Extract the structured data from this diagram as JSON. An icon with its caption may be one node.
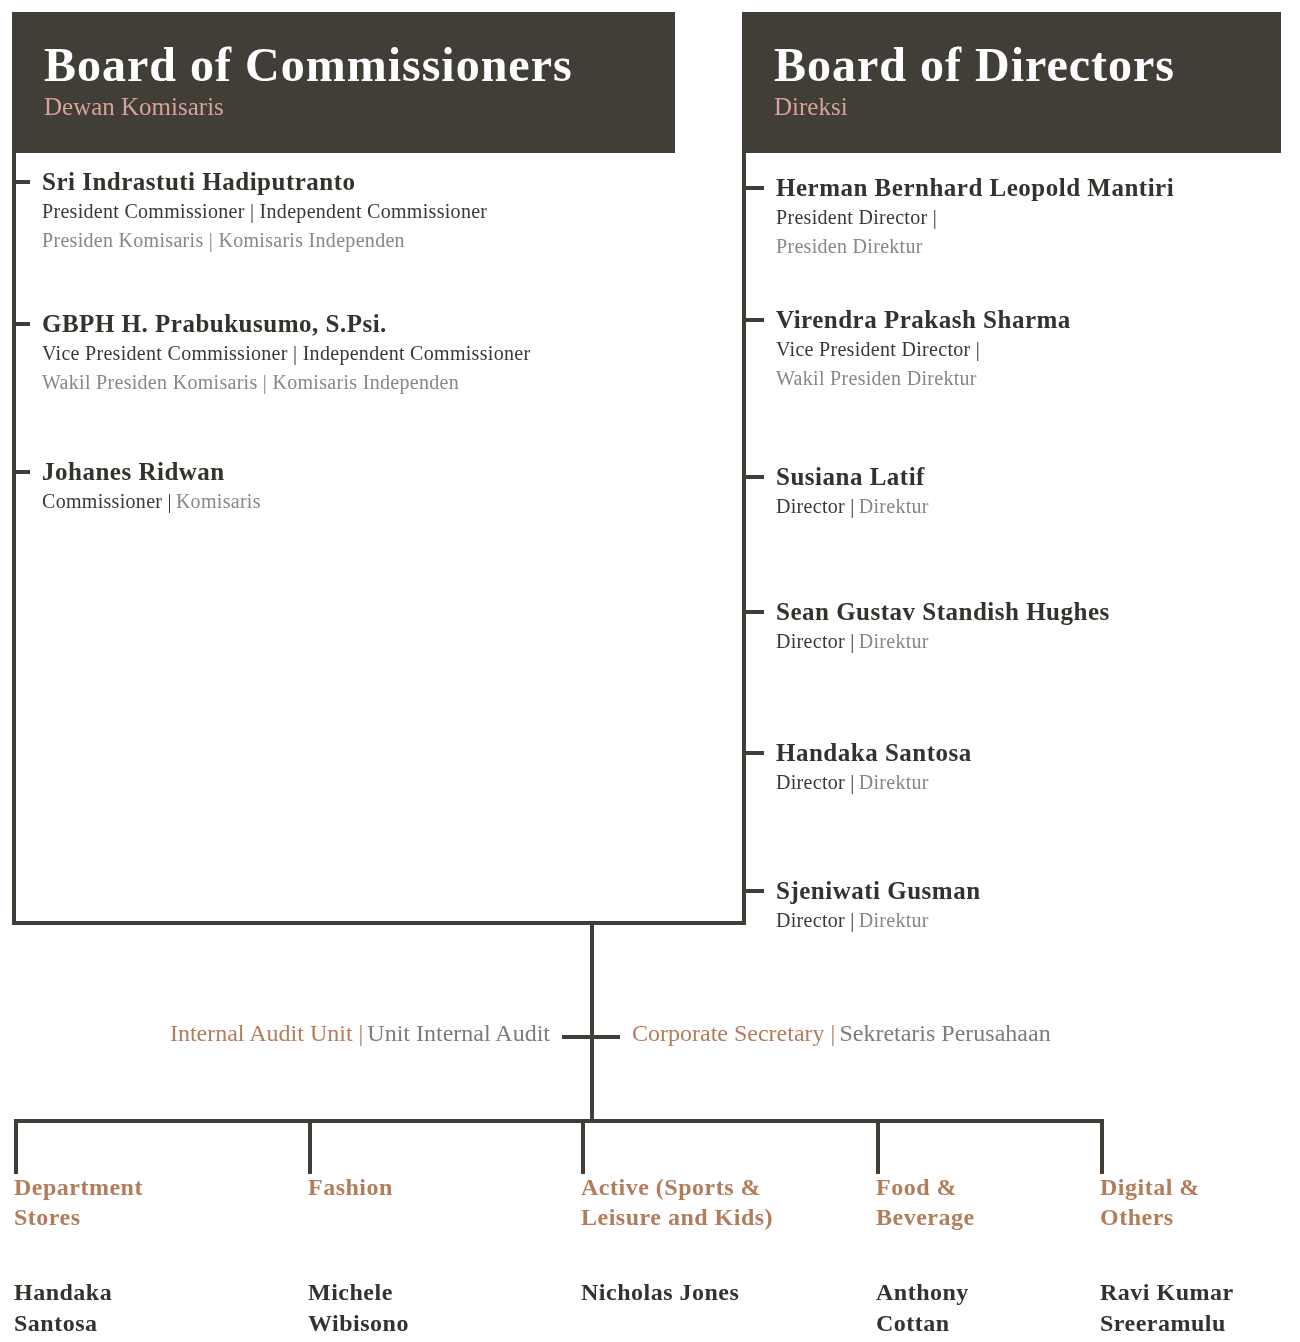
{
  "diagram": {
    "nodes": [
      {
        "text": [
          "Board of Commissioners",
          "Dewan Komisaris"
        ]
      },
      {
        "text": [
          "Sri Indrastuti Hadiputranto",
          "President Commissioner | Independent Commissioner",
          "Presiden Komisaris | Komisaris Independen"
        ],
        "in": 0
      },
      {
        "text": [
          "GBPH H. Prabukusumo, S.Psi.",
          "Vice President Commissioner | Independent Commissioner",
          "Wakil Presiden Komisaris | Komisaris Independen"
        ],
        "in": 0
      },
      {
        "text": [
          "Johanes Ridwan",
          "Commissioner |",
          "Komisaris"
        ],
        "in": 0
      },
      {
        "text": [
          "Board of Directors",
          "Direksi"
        ]
      },
      {
        "text": [
          "Herman Bernhard Leopold Mantiri",
          "President Director |",
          "Presiden Direktur"
        ],
        "in": 4
      },
      {
        "text": [
          "Virendra Prakash Sharma",
          "Vice President Director |",
          "Wakil Presiden Direktur"
        ],
        "in": 4
      },
      {
        "text": [
          "Susiana Latif",
          "Director |",
          "Direktur"
        ],
        "in": 4
      },
      {
        "text": [
          "Sean Gustav Standish Hughes",
          "Director |",
          "Direktur"
        ],
        "in": 4
      },
      {
        "text": [
          "Handaka Santosa",
          "Director |",
          "Direktur"
        ],
        "in": 4
      },
      {
        "text": [
          "Sjeniwati Gusman",
          "Director |",
          "Direktur"
        ],
        "in": 4
      },
      {
        "text": [
          "Internal Audit Unit |",
          "Unit Internal Audit"
        ]
      },
      {
        "text": [
          "Corporate Secretary |",
          "Sekretaris Perusahaan"
        ]
      },
      {
        "text": [
          "Department Stores",
          "Handaka Santosa"
        ]
      },
      {
        "text": [
          "Fashion",
          "Michele Wibisono"
        ]
      },
      {
        "text": [
          "Active (Sports & Leisure and Kids)",
          "Nicholas Jones"
        ]
      },
      {
        "text": [
          "Food & Beverage",
          "Anthony Cottan"
        ]
      },
      {
        "text": [
          "Digital & Others",
          "Ravi Kumar Sreeramulu"
        ]
      }
    ],
    "edges": [
      {
        "from": 0,
        "to": 1,
        "arrow": "none"
      },
      {
        "from": 0,
        "to": 2,
        "arrow": "none"
      },
      {
        "from": 0,
        "to": 3,
        "arrow": "none"
      },
      {
        "from": 4,
        "to": 5,
        "arrow": "none"
      },
      {
        "from": 4,
        "to": 6,
        "arrow": "none"
      },
      {
        "from": 4,
        "to": 7,
        "arrow": "none"
      },
      {
        "from": 4,
        "to": 8,
        "arrow": "none"
      },
      {
        "from": 4,
        "to": 9,
        "arrow": "none"
      },
      {
        "from": 4,
        "to": 10,
        "arrow": "none"
      },
      {
        "from": 0,
        "to": 11,
        "arrow": "none"
      },
      {
        "from": 0,
        "to": 12,
        "arrow": "none"
      },
      {
        "from": 0,
        "to": 13,
        "arrow": "none"
      },
      {
        "from": 0,
        "to": 14,
        "arrow": "none"
      },
      {
        "from": 0,
        "to": 15,
        "arrow": "none"
      },
      {
        "from": 0,
        "to": 16,
        "arrow": "none"
      },
      {
        "from": 0,
        "to": 17,
        "arrow": "none"
      }
    ]
  }
}
